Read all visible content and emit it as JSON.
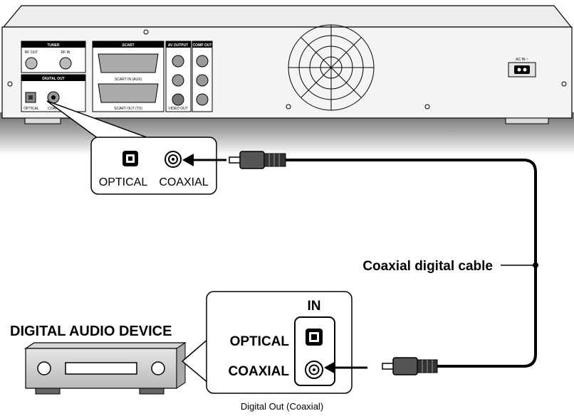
{
  "player_panel": {
    "tuner": "TUNER",
    "rf_out": "RF OUT",
    "rf_in": "RF IN",
    "digital_out": "DIGITAL OUT",
    "optical_small": "OPTICAL",
    "coaxial_small": "COAXIAL",
    "scart": "SCART",
    "scart_in": "SCART IN (AUX)",
    "scart_out": "SCART OUT (TV)",
    "av_output": "AV OUTPUT",
    "comp_out": "COMP OUT",
    "video_out": "VIDEO OUT",
    "av_in": "AC IN ~"
  },
  "callout_top": {
    "optical": "OPTICAL",
    "coaxial": "COAXIAL"
  },
  "cable_label": "Coaxial digital cable",
  "device_title": "DIGITAL AUDIO DEVICE",
  "callout_bottom": {
    "in": "IN",
    "optical": "OPTICAL",
    "coaxial": "COAXIAL"
  },
  "caption": "Digital Out (Coaxial)"
}
